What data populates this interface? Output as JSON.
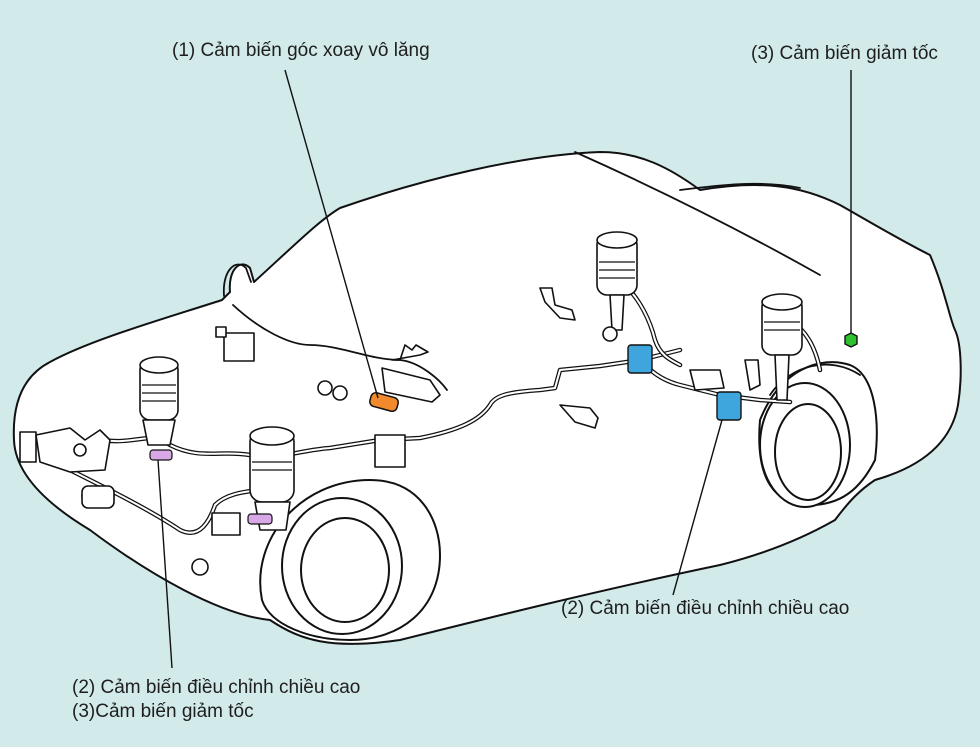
{
  "title": "Vị trí các cảm biến hệ thống treo khí nén",
  "labels": {
    "steering_angle_sensor": "(1) Cảm biến góc xoay vô lăng",
    "deceleration_sensor_rear": "(3) Cảm biến giảm tốc",
    "height_control_sensor_rear": "(2) Cảm biến điều chỉnh chiều cao",
    "height_control_sensor_front": "(2) Cảm biến điều chỉnh chiều cao",
    "deceleration_sensor_front": "(3)Cảm biến giảm tốc"
  },
  "colors": {
    "background": "#d2eaea",
    "steering_angle_sensor": "#f08a2c",
    "height_control_sensor": "#3ea6dd",
    "deceleration_sensor": "#2fc02f",
    "front_sensor": "#d8a8e6"
  }
}
